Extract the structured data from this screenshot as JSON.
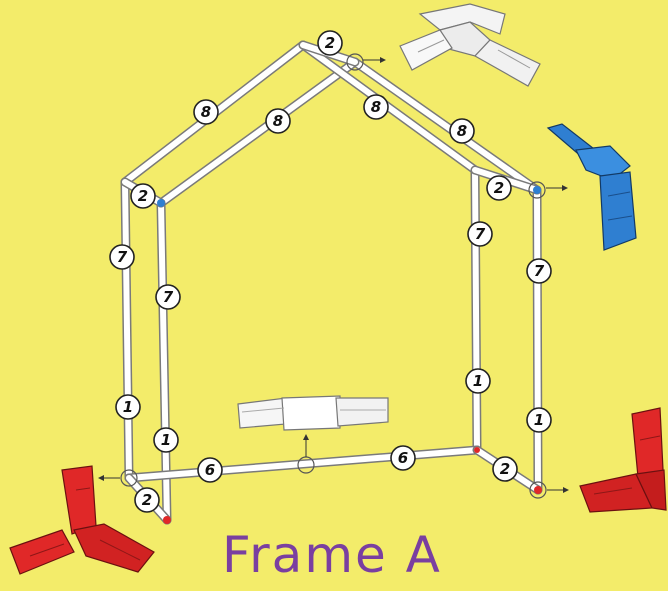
{
  "title": "Frame A",
  "labels": [
    "2",
    "8",
    "8",
    "8",
    "8",
    "2",
    "2",
    "7",
    "7",
    "7",
    "7",
    "1",
    "1",
    "1",
    "1",
    "6",
    "6",
    "2",
    "2"
  ],
  "colors": {
    "background": "#f3ec6a",
    "connector_white": "#f2f2f2",
    "connector_blue": "#2f7fd1",
    "connector_red": "#e02828",
    "title": "#7a3fa0"
  },
  "connectors": [
    "white-elbow-connector",
    "blue-bent-connector",
    "red-corner-connector",
    "red-three-way-connector",
    "white-straight-coupler"
  ]
}
